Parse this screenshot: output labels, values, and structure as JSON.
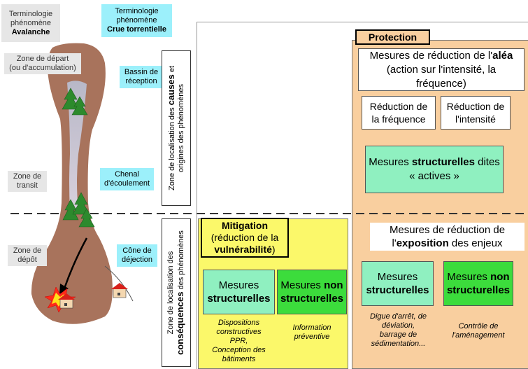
{
  "headers": {
    "avalanche_l1": "Terminologie",
    "avalanche_l2": "phénomène",
    "avalanche_l3": "Avalanche",
    "crue_l1": "Terminologie",
    "crue_l2": "phénomène",
    "crue_l3": "Crue torrentielle"
  },
  "avalanche_zones": {
    "depart_l1": "Zone de départ",
    "depart_l2": "(ou d'accumulation)",
    "transit_l1": "Zone de",
    "transit_l2": "transit",
    "depot_l1": "Zone de",
    "depot_l2": "dépôt"
  },
  "crue_zones": {
    "bassin_l1": "Bassin de",
    "bassin_l2": "réception",
    "chenal_l1": "Chenal",
    "chenal_l2": "d'écoulement",
    "cone_l1": "Cône de",
    "cone_l2": "déjection"
  },
  "vertical_labels": {
    "causes_pre": "Zone de localisation des ",
    "causes_bold": "causes",
    "causes_post": " et",
    "causes_l2": "origines des phénomènes",
    "consequences_l1": "Zone de localisation des",
    "consequences_bold": "conséquences",
    "consequences_post": " des phénomènes"
  },
  "protection": {
    "title": "Protection",
    "alea_pre": "Mesures de réduction de l'",
    "alea_bold": "aléa",
    "alea_l2": "(action sur l'intensité, la",
    "alea_l3": "fréquence)",
    "freq_l1": "Réduction de",
    "freq_l2": "la fréquence",
    "intens_l1": "Réduction de",
    "intens_l2": "l'intensité",
    "actives_pre": "Mesures ",
    "actives_bold": "structurelles",
    "actives_post": " dites",
    "actives_l2": "« actives »",
    "expo_l1": "Mesures de réduction de",
    "expo_pre": "l'",
    "expo_bold": "exposition",
    "expo_post": " des enjeux",
    "struct_l1": "Mesures",
    "struct_l2": "structurelles",
    "nonstruct_pre": "Mesures ",
    "nonstruct_bold1": "non",
    "nonstruct_bold2": "structurelles",
    "digue_l1": "Digue d'arrêt, de",
    "digue_l2": "déviation,",
    "digue_l3": "barrage de",
    "digue_l4": "sédimentation...",
    "controle_l1": "Contrôle de",
    "controle_l2": "l'aménagement"
  },
  "mitigation": {
    "title": "Mitigation",
    "l2": "(réduction de la",
    "l3_bold": "vulnérabilité",
    "l3_post": ")",
    "struct_l1": "Mesures",
    "struct_l2": "structurelles",
    "nonstruct_pre": "Mesures ",
    "nonstruct_bold1": "non",
    "nonstruct_bold2": "structurelles",
    "dispo_l1": "Dispositions",
    "dispo_l2": "constructives",
    "dispo_l3": "PPR,",
    "dispo_l4": "Conception des",
    "dispo_l5": "bâtiments",
    "info_l1": "Information",
    "info_l2": "préventive"
  },
  "colors": {
    "protection_bg": "#f9cf9f",
    "mitigation_bg": "#fbf86a",
    "mint": "#8ff0c0",
    "green": "#3cdc3c",
    "cyan": "#9cf0fb",
    "gray": "#e6e6e6",
    "mountain": "#a8735c"
  }
}
